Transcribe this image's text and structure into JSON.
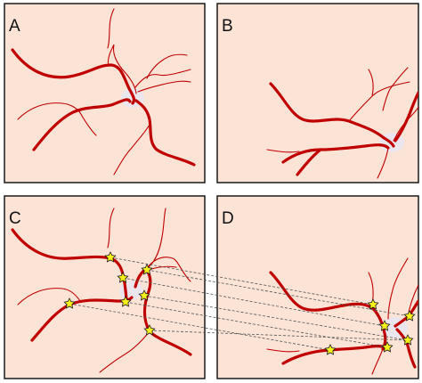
{
  "figure": {
    "colors": {
      "panel_fill": "#fbe3d6",
      "panel_border": "#1a1a1a",
      "vessel": "#c00000",
      "vessel_thin": "#c00000",
      "junction_halo": "#e9e6f0",
      "star_fill": "#f5ef1a",
      "star_stroke": "#1a1a1a",
      "correspondence_line": "#555555"
    },
    "panels": [
      {
        "id": "A",
        "label": "A"
      },
      {
        "id": "B",
        "label": "B"
      },
      {
        "id": "C",
        "label": "C"
      },
      {
        "id": "D",
        "label": "D"
      }
    ],
    "marker_icon": "star-icon"
  }
}
